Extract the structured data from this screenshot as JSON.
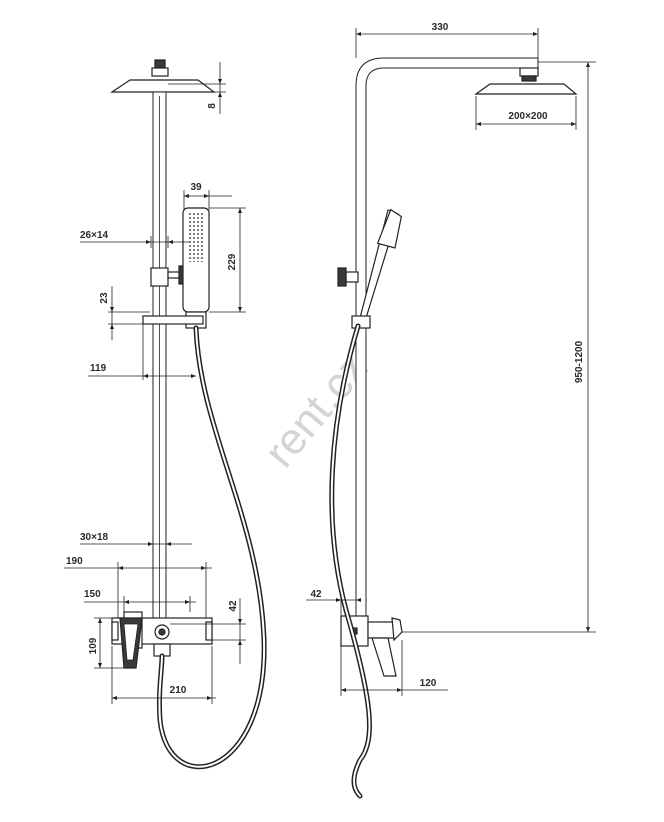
{
  "dimensions": {
    "front": {
      "head_thickness": "8",
      "handshower_width": "39",
      "slider_section": "26×14",
      "handshower_length": "229",
      "holder_height": "23",
      "holder_projection": "119",
      "rail_section": "30×18",
      "mixer_overall": "190",
      "mixer_centers": "150",
      "outlet_offset": "42",
      "mixer_height": "109",
      "mixer_width": "210"
    },
    "side": {
      "arm_reach": "330",
      "head_size": "200×200",
      "height_range": "950-1200",
      "wall_offset": "42",
      "mixer_projection": "120"
    }
  },
  "watermark": "rent.cz"
}
